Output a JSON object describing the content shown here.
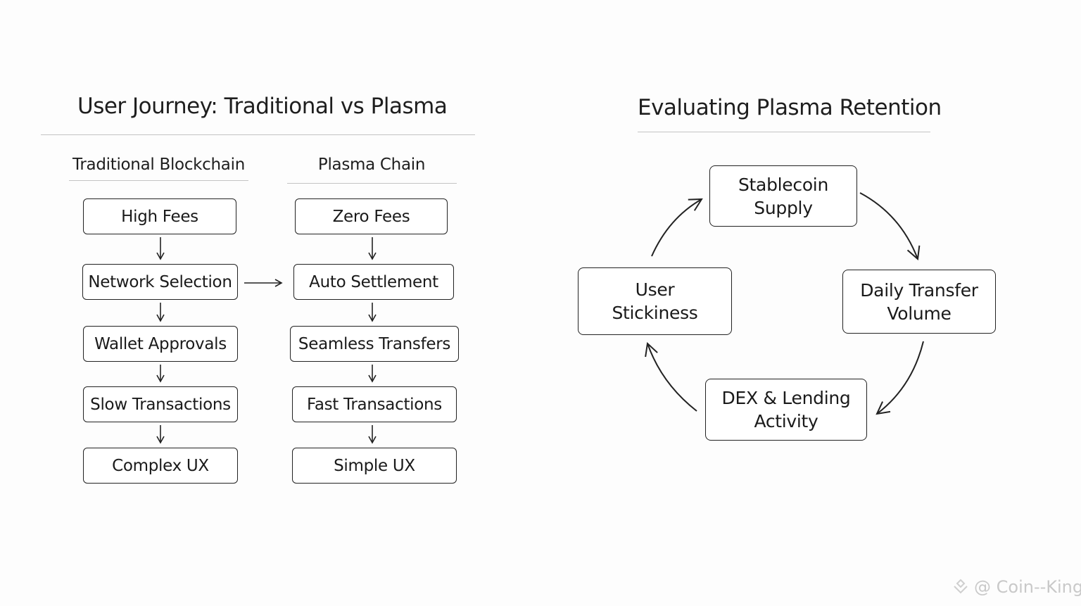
{
  "left_panel": {
    "title": "User Journey: Traditional vs Plasma",
    "columns": [
      {
        "heading": "Traditional Blockchain",
        "steps": [
          "High Fees",
          "Network Selection",
          "Wallet Approvals",
          "Slow Transactions",
          "Complex UX"
        ]
      },
      {
        "heading": "Plasma Chain",
        "steps": [
          "Zero Fees",
          "Auto Settlement",
          "Seamless Transfers",
          "Fast Transactions",
          "Simple UX"
        ]
      }
    ],
    "cross_link": {
      "from": "Network Selection",
      "to": "Auto Settlement"
    }
  },
  "right_panel": {
    "title": "Evaluating Plasma Retention",
    "cycle_nodes": [
      {
        "line1": "Stablecoin",
        "line2": "Supply"
      },
      {
        "line1": "Daily Transfer",
        "line2": "Volume"
      },
      {
        "line1": "DEX & Lending",
        "line2": "Activity"
      },
      {
        "line1": "User",
        "line2": "Stickiness"
      }
    ],
    "cycle_direction": "clockwise"
  },
  "watermark": {
    "icon": "binance-logo-icon",
    "text": "@ Coin--King"
  }
}
